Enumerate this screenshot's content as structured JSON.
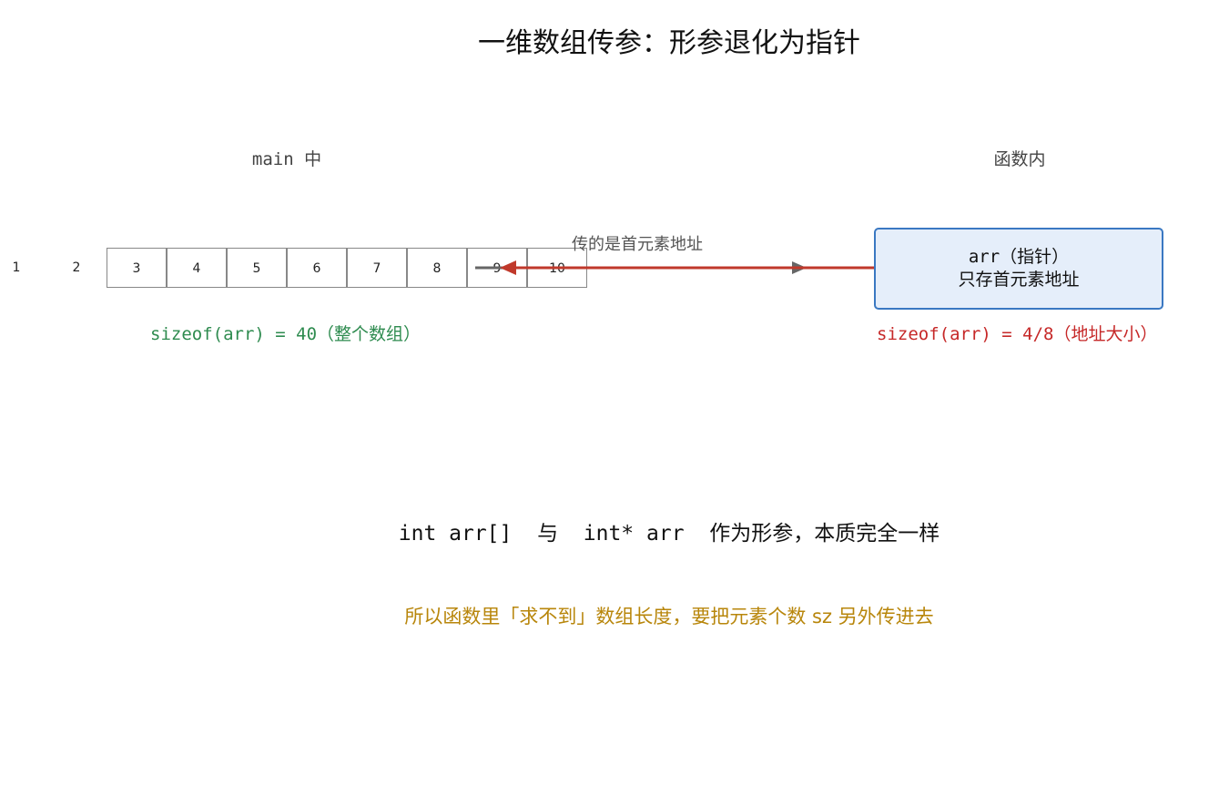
{
  "title": "一维数组传参：形参退化为指针",
  "main_section": {
    "label": "main 中",
    "array_cells": [
      "1",
      "2",
      "3",
      "4",
      "5",
      "6",
      "7",
      "8",
      "9",
      "10"
    ],
    "sizeof_text": "sizeof(arr) = 40（整个数组）"
  },
  "function_section": {
    "label": "函数内",
    "pointer_box": {
      "line1": "arr（指针）",
      "line2": "只存首元素地址"
    },
    "sizeof_text": "sizeof(arr) = 4/8（地址大小）"
  },
  "arrow": {
    "label": "传的是首元素地址"
  },
  "equivalence_text": "int arr[]  与  int* arr  作为形参，本质完全一样",
  "note_text": "所以函数里「求不到」数组长度，要把元素个数 sz 另外传进去",
  "colors": {
    "green": "#2e8b4f",
    "red": "#c62828",
    "gold": "#b8860b",
    "blue_border": "#3a78c2",
    "blue_fill": "#e5eefa",
    "arrow_gray": "#666666"
  }
}
